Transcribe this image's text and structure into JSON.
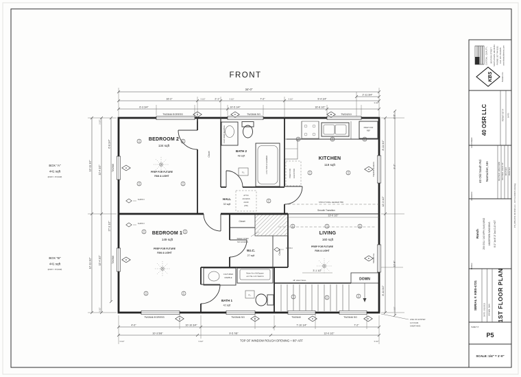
{
  "meta": {
    "front": "FRONT",
    "bottom_note": "TOP OF WINDOW ROUGH OPENING = 80\" AFF"
  },
  "boxes": {
    "a1": "BOX \"A\"",
    "a2": "441 sqft",
    "a3": "(ESW = 15,944#)",
    "b1": "BOX \"B\"",
    "b2": "441 sqft",
    "b3": "(ESW = 15,944#)"
  },
  "rooms": {
    "bedroom2": {
      "name": "BEDROOM 2",
      "area": "134 sqft"
    },
    "bedroom1": {
      "name": "BEDROOM 1",
      "area": "149 sqft"
    },
    "kitchen": {
      "name": "KITCHEN",
      "area": "119 sqft"
    },
    "living": {
      "name": "LIVING",
      "area": "160 sqft"
    },
    "bath2": {
      "name": "BATH 2",
      "area": "48 sqft"
    },
    "bath1": {
      "name": "BATH 1",
      "area": "42 sqft"
    },
    "hall": {
      "name": "HALL",
      "area": "32 sqft"
    },
    "wic": {
      "name": "W.I.C.",
      "area": "27 sqft"
    }
  },
  "notes": {
    "prep1": "PREP FOR FUTURE",
    "prep2": "FAN & LIGHT",
    "supply": "SUPPLY",
    "closet": "Closet",
    "attic1": "ATTIC",
    "attic2": "ACCESS",
    "attic3": "22x30",
    "attic4": "(PR)",
    "header": "STRUCTURAL HEADER TBD",
    "smooth": "Smooth Transition",
    "half_wall": "48\" HALF WALL",
    "down": "DOWN",
    "elev1": "PREP FOR",
    "elev2": "ELEVATOR",
    "shelf1": "SHELF OVER",
    "shelf2": "NO ACCESS",
    "fl": "F.L.",
    "tub": "1 PC TUB & SHOWER",
    "marble": "CULTURED MARBLE",
    "marble1": "CULTURED",
    "marble2": "MARBLE",
    "shower1": "Moen Arm Kit/Square",
    "shower2": "w/4 Tile 1-Pc Wall Kit",
    "ref1": "PREP FOR",
    "ref2": "REF",
    "hunter1": "LINE OF HUNTER",
    "hunter2": "1/2 FOAM",
    "hunter3": "SHEATHING"
  },
  "windows": {
    "tw2846e": "TW2846 EGRESS",
    "tw2846sg": "TW2846 SG",
    "tw24210": "TW24210",
    "tw2646sg": "TW2646 SG",
    "tw2640": "TW2640",
    "tw2846": "TW2846",
    "tagA": "A",
    "tagB": "B",
    "tagC": "C"
  },
  "dims": {
    "d34": "34'-0\"",
    "d2_11": "2'-11 3/4\"",
    "d16_2": "16'-2\"",
    "d2_1": "2'-1\"",
    "d7_2": "7'-2\"",
    "d9_4": "9'-4 1/4\"",
    "d6_3": "6'-3 3/4\"",
    "d10_5": "10'-5 1/4\"",
    "d16_8": "16'-8 1/2\"",
    "d3": "3 1/2\"",
    "d4_0": "4'-0\"",
    "d10_10": "10'-10 3/4\"",
    "d7_10": "7'-10 1/4\"",
    "d10_3": "10'-3 5/8\"",
    "d9_5": "9'-5 7/8\"",
    "d13_0": "13'-0 1/2\"",
    "d12_11": "12'-11 1/2\"",
    "d12_4": "12'-4 1/2\"",
    "d6_8": "6'-8 3/4\"",
    "d17_3": "17'-3 1/2\"",
    "d8_11": "8'-11 3/4\"",
    "d12_3": "12'-3 1/2\"",
    "d12_8": "12'-8\"",
    "d2_5": "2'-5\"",
    "d3_2": "3'-2\"",
    "d3_1": "3'-1 1/2\""
  },
  "titleblock": {
    "company": {
      "name": "KBS",
      "sub": "Builders Inc.",
      "tagline": "CUSTOM... QUALITY...",
      "addr1": "300 PARK STREET",
      "addr2": "SOUTH PARIS, ME 04281",
      "addr3": "PHONE: 207-744-8181",
      "addr4": "FAX: 207-744-8185",
      "addr5": "www.kbsbuildersinc.com"
    },
    "customer_label": "CUSTOMER:",
    "customer": "40 OSR LLC",
    "permit": "PERMIT SET #",
    "permit_date": "DATE:",
    "address_label": "ADDRESS:",
    "addr1": "40 Old South Rd",
    "addr2": "Nantucket, MA",
    "rev1": "REVISED: 3/8/22 DRW",
    "rev2": "REVISED: 3/4/22 SP",
    "rev3": "REVISED:",
    "rev4": "PRINTED:",
    "model_label": "MODEL:",
    "model1": "Ranch",
    "model2": "25# GSL / 140 MPH (Vult) WIND",
    "model3": "ANDERSEN WINDOWS",
    "model4": "8'-0\" 1st  8'-0\" 2nd CLG HGT",
    "serial": "SERIAL #: KBS-4721",
    "date": "DATE: 3/11/2022",
    "drawn": "DRAWN: DMH",
    "plan_title": "1ST FLOOR PLAN",
    "sheet_label": "SHEET #",
    "sheet": "P5",
    "scale": "SCALE:  1/4\" = 1'-0\"",
    "edge_note": "FTI_KBS-4721 40 OSR LLC - 1ST FLOOR PLAN.dwg"
  }
}
